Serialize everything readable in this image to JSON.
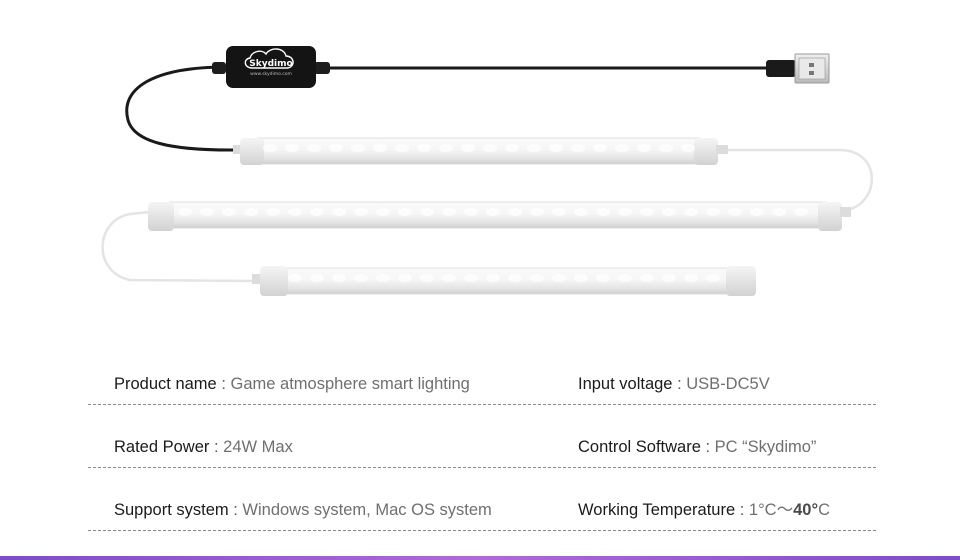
{
  "product": {
    "brand_logo": "Skydimo",
    "brand_url": "www.skydimo.com"
  },
  "specs": [
    [
      {
        "key": "Product name",
        "sep": " : ",
        "value": "Game atmosphere smart lighting"
      },
      {
        "key": "Input voltage",
        "sep": " : ",
        "value": "USB-DC5V"
      }
    ],
    [
      {
        "key": "Rated Power",
        "sep": " : ",
        "value": "24W Max"
      },
      {
        "key": "Control Software",
        "sep": " : ",
        "value": "PC “Skydimo”"
      }
    ],
    [
      {
        "key": "Support system",
        "sep": " : ",
        "value": "Windows system, Mac OS system"
      },
      {
        "key": "Working Temperature",
        "sep": " : ",
        "value_low": "1°C",
        "value_tilde": "～",
        "value_high": "40°C",
        "value_high_suffix": "C"
      }
    ]
  ],
  "colors": {
    "accent_bar": "#9b5bd3",
    "cable_black": "#1a1a1a",
    "cable_white": "#e6e6e6",
    "led_bar": "#f3f3f3"
  }
}
